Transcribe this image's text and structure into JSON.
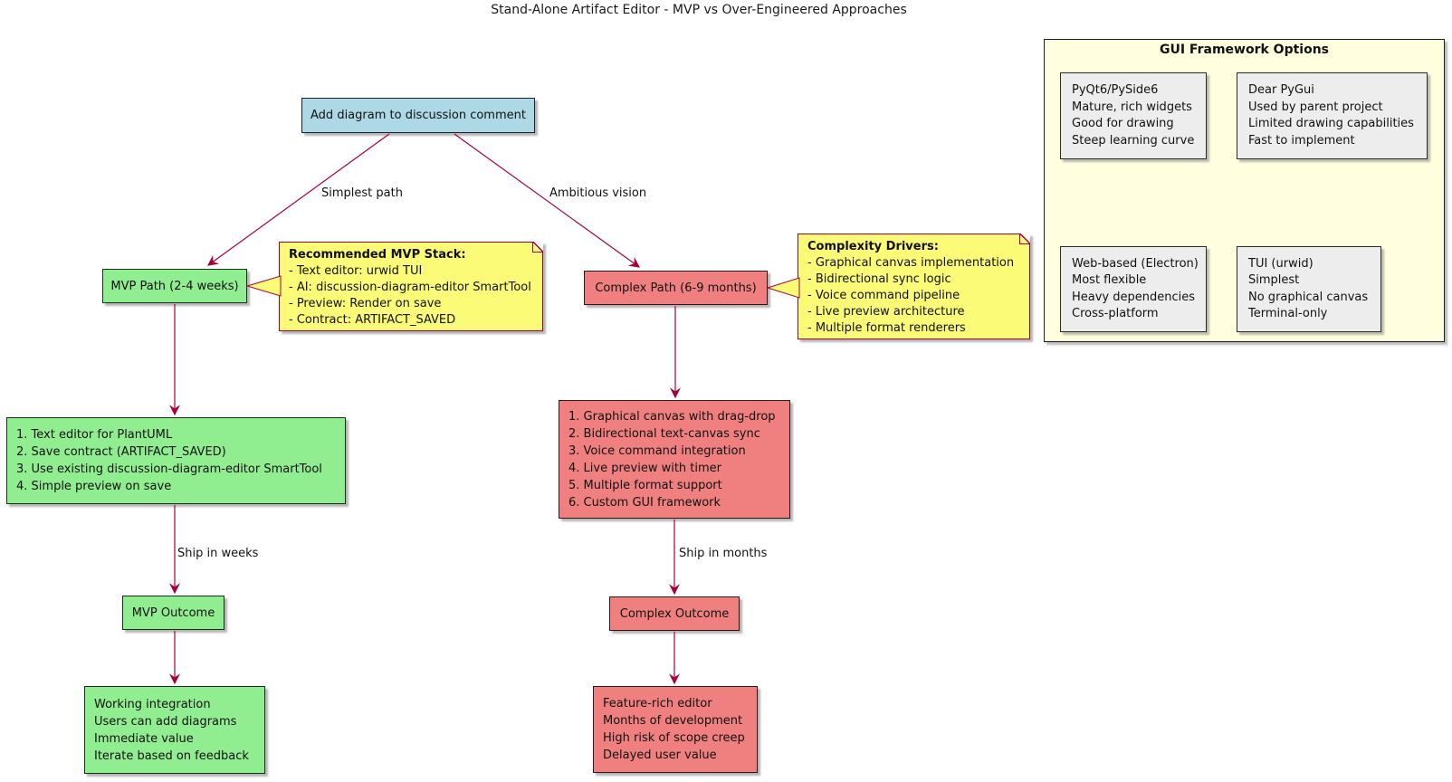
{
  "title": "Stand-Alone Artifact Editor - MVP vs Over-Engineered Approaches",
  "colors": {
    "arrow": "#A80036",
    "note_fill": "#FBFB77",
    "note_border": "#A80036",
    "start_fill": "#ADD8E6",
    "mvp_fill": "#90EE90",
    "complex_fill": "#F08080",
    "package_fill": "#FFFFE0",
    "option_fill": "#EDEDED"
  },
  "nodes": {
    "start": {
      "label": "Add diagram to discussion comment"
    },
    "mvp_path": {
      "label": "MVP Path (2-4 weeks)"
    },
    "complex_path": {
      "label": "Complex Path (6-9 months)"
    },
    "mvp_steps": {
      "lines": [
        "1. Text editor for PlantUML",
        "2. Save contract (ARTIFACT_SAVED)",
        "3. Use existing discussion-diagram-editor SmartTool",
        "4. Simple preview on save"
      ]
    },
    "complex_steps": {
      "lines": [
        "1. Graphical canvas with drag-drop",
        "2. Bidirectional text-canvas sync",
        "3. Voice command integration",
        "4. Live preview with timer",
        "5. Multiple format support",
        "6. Custom GUI framework"
      ]
    },
    "mvp_outcome": {
      "label": "MVP Outcome"
    },
    "complex_outcome": {
      "label": "Complex Outcome"
    },
    "mvp_result": {
      "lines": [
        "Working integration",
        "Users can add diagrams",
        "Immediate value",
        "Iterate based on feedback"
      ]
    },
    "complex_result": {
      "lines": [
        "Feature-rich editor",
        "Months of development",
        "High risk of scope creep",
        "Delayed user value"
      ]
    }
  },
  "notes": {
    "mvp_stack": {
      "title": "Recommended MVP Stack:",
      "lines": [
        "- Text editor: urwid TUI",
        "- AI: discussion-diagram-editor SmartTool",
        "- Preview: Render on save",
        "- Contract: ARTIFACT_SAVED"
      ]
    },
    "complexity": {
      "title": "Complexity Drivers:",
      "lines": [
        "- Graphical canvas implementation",
        "- Bidirectional sync logic",
        "- Voice command pipeline",
        "- Live preview architecture",
        "- Multiple format renderers"
      ]
    }
  },
  "edges": {
    "simplest_path": "Simplest path",
    "ambitious_vision": "Ambitious vision",
    "ship_weeks": "Ship in weeks",
    "ship_months": "Ship in months"
  },
  "package": {
    "title": "GUI Framework Options",
    "options": [
      {
        "lines": [
          "PyQt6/PySide6",
          "Mature, rich widgets",
          "Good for drawing",
          "Steep learning curve"
        ]
      },
      {
        "lines": [
          "Dear PyGui",
          "Used by parent project",
          "Limited drawing capabilities",
          "Fast to implement"
        ]
      },
      {
        "lines": [
          "Web-based (Electron)",
          "Most flexible",
          "Heavy dependencies",
          "Cross-platform"
        ]
      },
      {
        "lines": [
          "TUI (urwid)",
          "Simplest",
          "No graphical canvas",
          "Terminal-only"
        ]
      }
    ]
  }
}
